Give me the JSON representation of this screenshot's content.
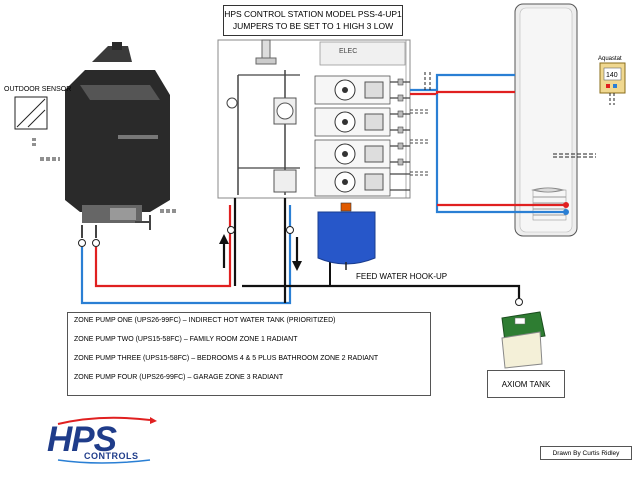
{
  "title": {
    "line1": "HPS CONTROL STATION MODEL PSS-4-UP1",
    "line2": "JUMPERS TO BE SET TO 1 HIGH 3 LOW"
  },
  "labels": {
    "outdoor_sensor": "OUTDOOR SENSOR",
    "elec": "ELEC",
    "aquastat": "Aquastat",
    "aquastat_value": "140",
    "feed_water": "FEED WATER HOOK-UP",
    "axiom_tank": "AXIOM TANK",
    "drawn_by": "Drawn By Curtis Ridley"
  },
  "zones": [
    "ZONE PUMP ONE (UPS26-99FC) – INDIRECT HOT WATER TANK (PRIORITIZED)",
    "ZONE PUMP TWO (UPS15-58FC) – FAMILY ROOM ZONE 1 RADIANT",
    "ZONE PUMP THREE (UPS15-58FC) – BEDROOMS 4 & 5 PLUS BATHROOM ZONE 2 RADIANT",
    "ZONE PUMP FOUR (UPS26-99FC) – GARAGE ZONE 3 RADIANT"
  ],
  "logo": {
    "main": "HPS",
    "sub": "CONTROLS"
  },
  "colors": {
    "supply": "#e02020",
    "return": "#2a7fd4",
    "boiler": "#2a2a2a",
    "expansion_tank": "#2757c9",
    "logo": "#1f3c8a",
    "axiom_lid": "#2e7d32"
  }
}
